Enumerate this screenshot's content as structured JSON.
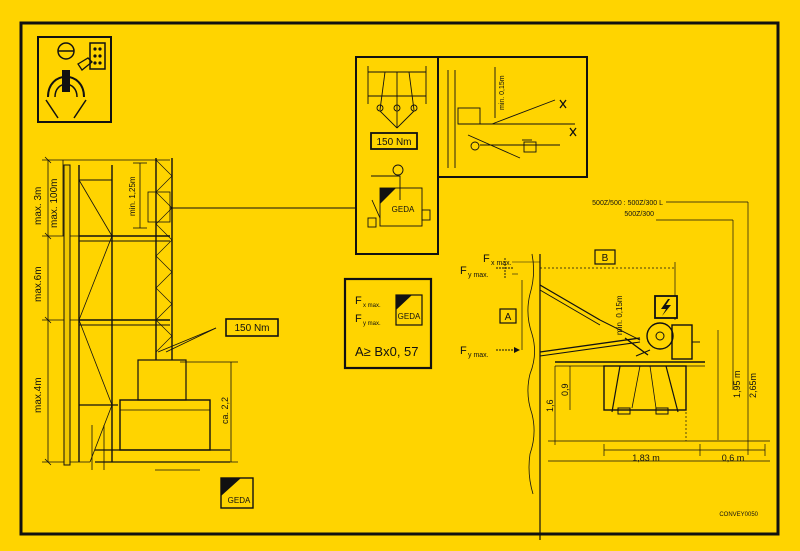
{
  "colors": {
    "background": "#ffd400",
    "ink": "#111111"
  },
  "labels": {
    "torque_top": "150 Nm",
    "torque_side": "150 Nm",
    "max_3m": "max. 3m",
    "max_100m": "max. 100m",
    "min_125m": "min. 1,25m",
    "max_6m": "max.6m",
    "max_4m": "max.4m",
    "ca_22": "ca. 2,2",
    "min_015m_top": "min. 0,15m",
    "min_015m_right": "min. 0,15m",
    "brand": "GEDA",
    "brand_box": "GEDA",
    "brand_panel": "GEDA",
    "fx": "F",
    "fx_sub": "x max.",
    "fy": "F",
    "fy_sub": "y max.",
    "formula": "A≥  Bx0, 57",
    "r_fx": "F",
    "r_fx_sub": "x max.",
    "r_fy": "F",
    "r_fy_sub": "y max.",
    "r_fy2": "F",
    "r_fy2_sub": "y max.",
    "B": "B",
    "A": "A",
    "model_line1": "500Z/500 : 500Z/300 L",
    "model_line2": "500Z/300",
    "dim_16": "1,6",
    "dim_09": "0,9",
    "dim_195": "1,95 m",
    "dim_265": "2,65m",
    "dim_183": "1,83 m",
    "dim_06": "0,6 m",
    "code": "CONVEY0050"
  },
  "icons": [
    "operator-warning-icon",
    "geda-logo-icon",
    "electric-hazard-icon"
  ]
}
